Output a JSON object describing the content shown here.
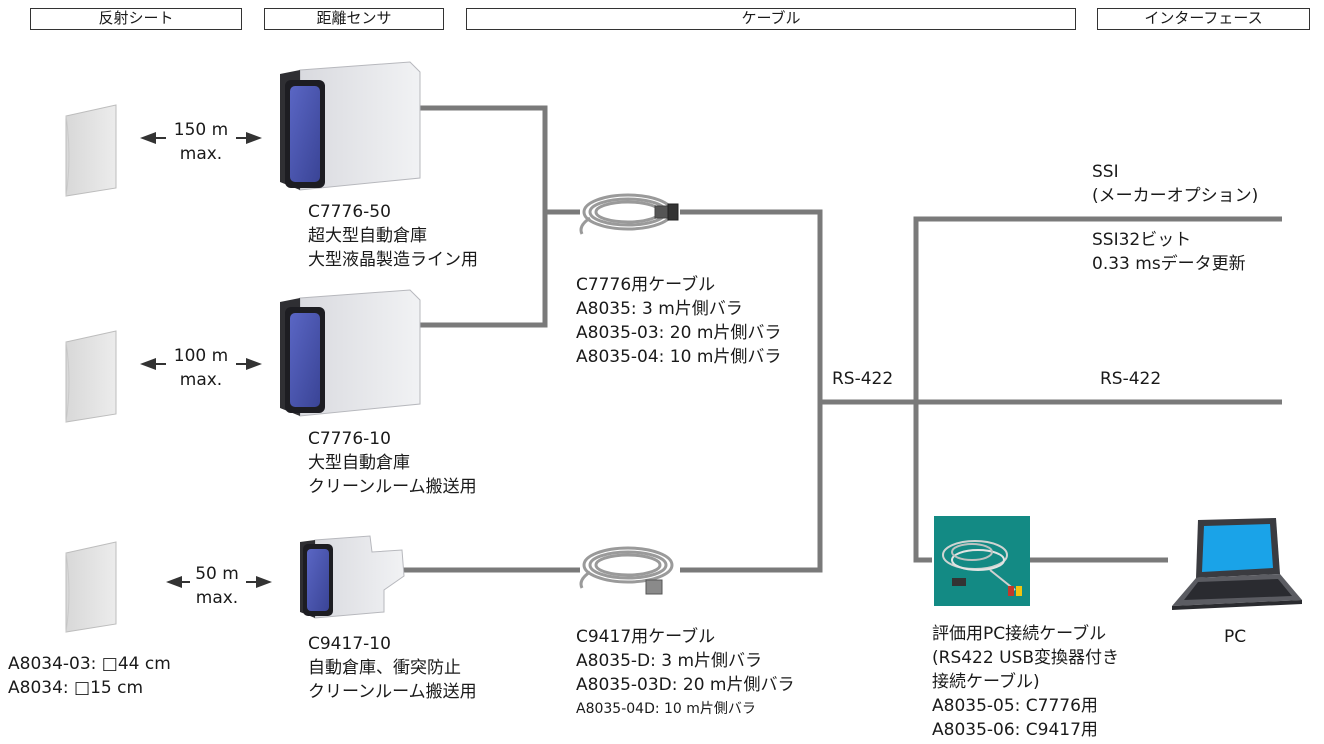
{
  "headers": {
    "reflector": "反射シート",
    "sensor": "距離センサ",
    "cable": "ケーブル",
    "interface": "インターフェース"
  },
  "ranges": {
    "r1": {
      "dist": "150 m",
      "max": "max."
    },
    "r2": {
      "dist": "100 m",
      "max": "max."
    },
    "r3": {
      "dist": "50 m",
      "max": "max."
    }
  },
  "sensors": {
    "s1": {
      "model": "C7776-50",
      "line1": "超大型自動倉庫",
      "line2": "大型液晶製造ライン用"
    },
    "s2": {
      "model": "C7776-10",
      "line1": "大型自動倉庫",
      "line2": "クリーンルーム搬送用"
    },
    "s3": {
      "model": "C9417-10",
      "line1": "自動倉庫、衝突防止",
      "line2": "クリーンルーム搬送用"
    }
  },
  "reflector_sizes": {
    "a": "A8034-03: □44 cm",
    "b": "A8034: □15 cm"
  },
  "cable_c7776": {
    "title": "C7776用ケーブル",
    "line1": "A8035: 3 m片側バラ",
    "line2": "A8035-03: 20 m片側バラ",
    "line3": "A8035-04: 10 m片側バラ"
  },
  "cable_c9417": {
    "title": "C9417用ケーブル",
    "line1": "A8035-D: 3 m片側バラ",
    "line2": "A8035-03D: 20 m片側バラ",
    "line3": "A8035-04D: 10 m片側バラ"
  },
  "rs422_mid": "RS-422",
  "interfaces": {
    "ssi_title": "SSI",
    "ssi_option": "(メーカーオプション)",
    "ssi_bits": "SSI32ビット",
    "ssi_update": "0.33 msデータ更新",
    "rs422": "RS-422"
  },
  "eval_cable": {
    "line1": "評価用PC接続ケーブル",
    "line2": "(RS422 USB変換器付き",
    "line3": "接続ケーブル)",
    "line4": "A8035-05: C7776用",
    "line5": "A8035-06: C9417用"
  },
  "pc_label": "PC",
  "colors": {
    "wire": "#7a7a7a",
    "lens": "#4a56b0",
    "screen": "#1aa3e8",
    "photo_bg": "#138a84"
  }
}
